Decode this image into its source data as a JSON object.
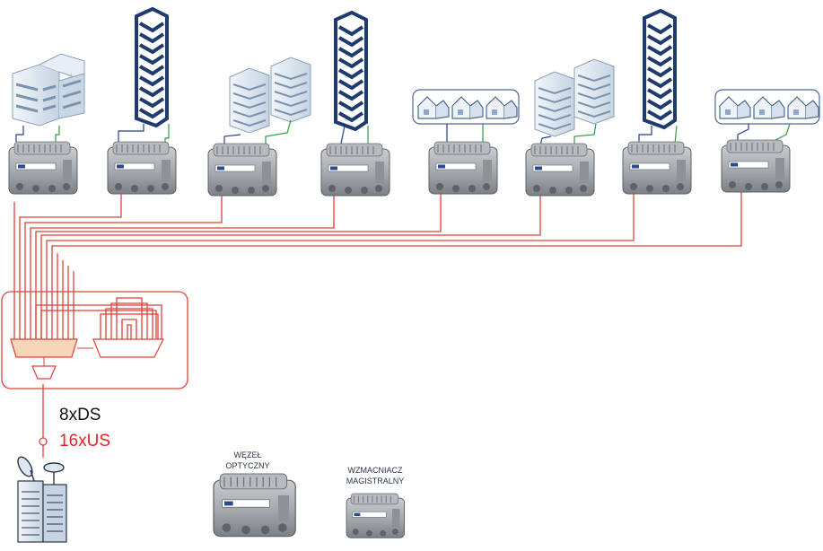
{
  "labels": {
    "downstream": "8xDS",
    "upstream": "16xUS",
    "legend_node": [
      "WĘZEŁ",
      "OPTYCZNY"
    ],
    "legend_amplifier": [
      "WZMACNIACZ",
      "MAGISTRALNY"
    ]
  },
  "colors": {
    "fiber": "#e0403a",
    "upstream_text": "#e0262a",
    "link_blue": "#23408f",
    "link_green": "#2c9e3c",
    "tower": "#1e3a6e",
    "building_light": "#dfe8f2",
    "device": "#9ea3a8"
  },
  "sites": [
    {
      "building": "office-block",
      "device": "optical-node"
    },
    {
      "building": "tower",
      "device": "optical-node"
    },
    {
      "building": "twin-apartments",
      "device": "optical-node"
    },
    {
      "building": "tower",
      "device": "optical-node"
    },
    {
      "building": "houses-group",
      "device": "optical-node"
    },
    {
      "building": "twin-apartments",
      "device": "optical-node"
    },
    {
      "building": "tower",
      "device": "optical-node"
    },
    {
      "building": "houses-group",
      "device": "optical-node"
    }
  ],
  "headend_icon": "headend-server-with-satellite-dishes-icon",
  "combiner_icon": "rf-combiner-splitter-icon"
}
